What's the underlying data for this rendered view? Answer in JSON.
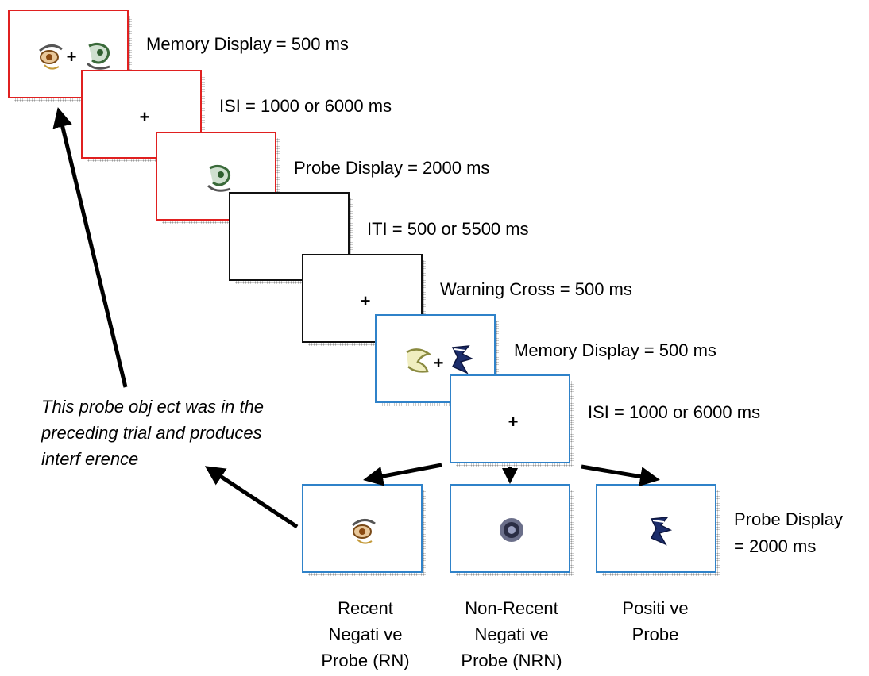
{
  "steps": [
    {
      "label": "Memory Display = 500 ms"
    },
    {
      "label": "ISI = 1000 or  6000 ms"
    },
    {
      "label": "Probe Display = 2000 ms"
    },
    {
      "label": "ITI = 500 or 5500 ms"
    },
    {
      "label": "Warning Cross = 500 ms"
    },
    {
      "label": "Memory Display = 500 ms"
    },
    {
      "label": "ISI = 1000 or  6000 ms"
    }
  ],
  "probe_display": {
    "line1": "Probe Display",
    "line2": "= 2000 ms"
  },
  "fixation_symbol": "+",
  "note": {
    "line1": "This probe obj ect was in the",
    "line2": "preceding trial and produces",
    "line3": "interf erence"
  },
  "conditions": [
    {
      "lines": [
        "Recent",
        "Negati ve",
        "Probe (RN)"
      ]
    },
    {
      "lines": [
        "Non-Recent",
        "Negati  ve",
        "Probe (NRN)"
      ]
    },
    {
      "lines": [
        "Positi  ve",
        "Probe"
      ]
    }
  ],
  "colors": {
    "trial1_border": "#e02020",
    "iti_border": "#111111",
    "trial2_border": "#2f82c9"
  }
}
